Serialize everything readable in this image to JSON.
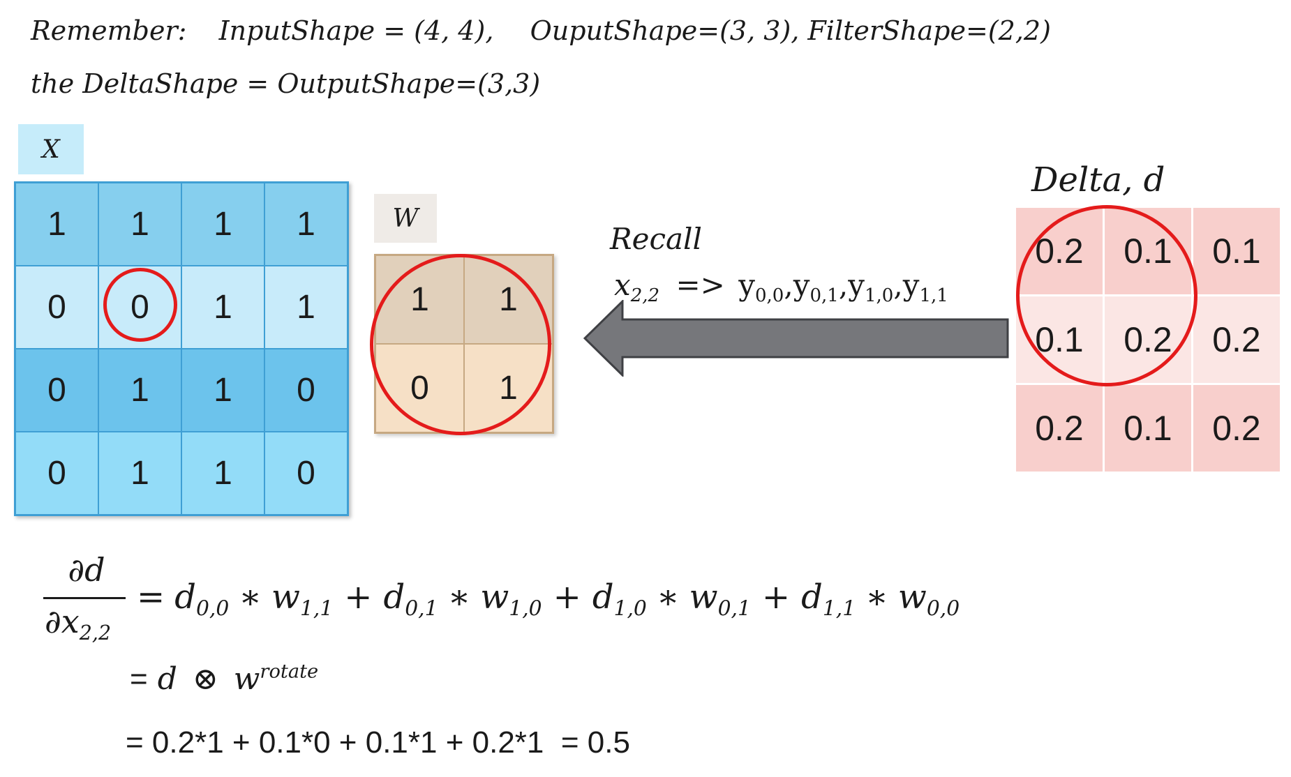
{
  "notes": {
    "line1_a": "Remember:",
    "line1_b": "InputShape = (4, 4),",
    "line1_c": "OuputShape=(3, 3), FilterShape=(2,2)",
    "line2": "the DeltaShape = OutputShape=(3,3)"
  },
  "x_matrix": {
    "label": "X",
    "rows": [
      [
        "1",
        "1",
        "1",
        "1"
      ],
      [
        "0",
        "0",
        "1",
        "1"
      ],
      [
        "0",
        "1",
        "1",
        "0"
      ],
      [
        "0",
        "1",
        "1",
        "0"
      ]
    ]
  },
  "w_matrix": {
    "label": "W",
    "rows": [
      [
        "1",
        "1"
      ],
      [
        "0",
        "1"
      ]
    ]
  },
  "delta_matrix": {
    "label": "Delta, d",
    "rows": [
      [
        "0.2",
        "0.1",
        "0.1"
      ],
      [
        "0.1",
        "0.2",
        "0.2"
      ],
      [
        "0.2",
        "0.1",
        "0.2"
      ]
    ]
  },
  "recall": {
    "title": "Recall",
    "x_var": "x",
    "x_sub": "2,2",
    "arrow": "=>",
    "y_terms": [
      {
        "base": "y",
        "sub": "0,0"
      },
      {
        "base": "y",
        "sub": "0,1"
      },
      {
        "base": "y",
        "sub": "1,0"
      },
      {
        "base": "y",
        "sub": "1,1"
      }
    ]
  },
  "formula": {
    "numerator": "∂d",
    "denominator": "∂x",
    "denominator_sub": "2,2",
    "terms": [
      {
        "d": "d",
        "d_sub": "0,0",
        "w": "w",
        "w_sub": "1,1"
      },
      {
        "d": "d",
        "d_sub": "0,1",
        "w": "w",
        "w_sub": "1,0"
      },
      {
        "d": "d",
        "d_sub": "1,0",
        "w": "w",
        "w_sub": "0,1"
      },
      {
        "d": "d",
        "d_sub": "1,1",
        "w": "w",
        "w_sub": "0,0"
      }
    ],
    "line2_eq": "=",
    "line2_d": "d",
    "line2_op": "⊗",
    "line2_w": "w",
    "line2_sup": "rotate",
    "line3": "= 0.2*1 + 0.1*0 + 0.1*1 + 0.2*1  = 0.5"
  },
  "colors": {
    "highlight_ring": "#e41b1b",
    "arrow_fill": "#76777b"
  }
}
